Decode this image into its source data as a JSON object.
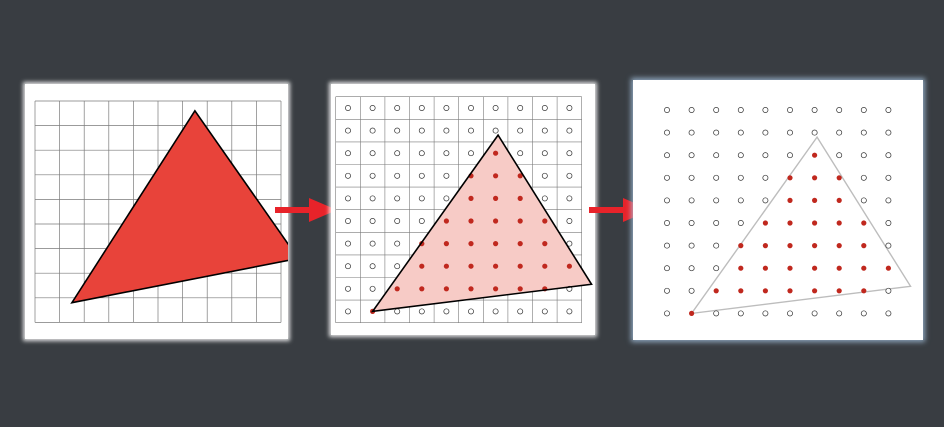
{
  "colors": {
    "background": "#393d42",
    "panel": "#ffffff",
    "grid_line": "#7a7a7a",
    "triangle_fill": "#e8433a",
    "triangle_fill_light": "#f7cbc6",
    "triangle_outline": "#000000",
    "triangle_outline_faded": "#bdbdbd",
    "covered_sample": "#c0281e",
    "empty_sample_stroke": "#333333",
    "arrow": "#e8232a"
  },
  "icons": {
    "arrow": "right-arrow-icon"
  },
  "grid": {
    "cols": 10,
    "rows": 9
  },
  "triangle": {
    "vertices": [
      [
        6.5,
        8.8
      ],
      [
        1.5,
        1.0
      ],
      [
        10.7,
        2.8
      ]
    ]
  },
  "panels": [
    {
      "id": "grid",
      "description_name": "filled-triangle-on-grid"
    },
    {
      "id": "samples",
      "description_name": "sample-points-with-triangle"
    },
    {
      "id": "points",
      "description_name": "rasterized-sample-points"
    }
  ]
}
